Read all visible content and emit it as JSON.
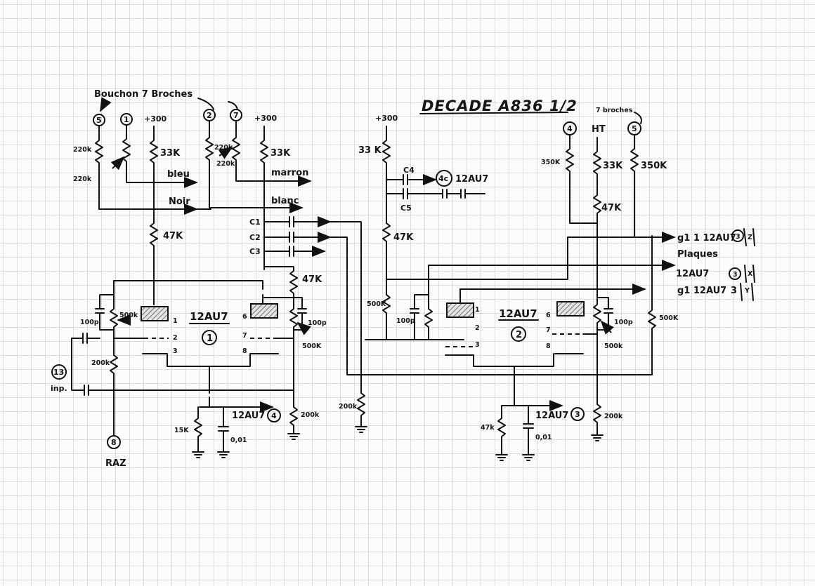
{
  "title": "DECADE A836 1/2",
  "plug_note": "Bouchon 7 Broches",
  "plug_note_right": "7 broches",
  "pins": {
    "p5": "5",
    "p1": "1",
    "p2": "2",
    "p7": "7",
    "p8": "8",
    "p13": "13",
    "r_p4": "4",
    "r_p5": "5"
  },
  "supplies": {
    "s1": "+300",
    "s2": "+300",
    "s3": "+300",
    "ht": "HT"
  },
  "wires": {
    "bleu": "bleu",
    "noir": "Noir",
    "marron": "marron",
    "blanc": "blanc"
  },
  "components": {
    "r_220k_a": "220k",
    "pot_220k_a": "220k",
    "r_33k_a": "33K",
    "r_220k_b": "220k",
    "pot_220k_b": "220k",
    "r_33k_b": "33K",
    "r_47k_a": "47K",
    "c_100p_a": "100p",
    "pot_500k_a": "500k",
    "r_47k_b": "47K",
    "c_100p_b": "100p",
    "pot_500k_b": "500K",
    "r_200k_a": "200k",
    "r_200k_b": "200k",
    "r_15k": "15K",
    "c_001_a": "0,01",
    "r_200k_c": "200k",
    "r_33k_c": "33 K",
    "r_47k_c": "47K",
    "pot_500k_c": "500K",
    "c_100p_c": "100p",
    "r_47k_d": "47k",
    "c_001_b": "0,01",
    "r_350k_a": "350K",
    "r_33k_d": "33K",
    "r_47k_e": "47K",
    "r_350k_b": "350K",
    "pot_500k_d": "500k",
    "c_100p_d": "100p",
    "r_500k_e": "500K",
    "r_200k_d": "200k"
  },
  "caps": {
    "c1": "C1",
    "c2": "C2",
    "c3": "C3",
    "c4": "C4",
    "c5": "C5"
  },
  "tubes": {
    "t1": {
      "type": "12AU7",
      "num": "1",
      "pins": [
        "1",
        "2",
        "3",
        "6",
        "7",
        "8"
      ]
    },
    "t2": {
      "type": "12AU7",
      "num": "2",
      "pins": [
        "1",
        "2",
        "3",
        "6",
        "7",
        "8"
      ]
    }
  },
  "refs": {
    "t4c_num": "4c",
    "t4c_type": "12AU7",
    "t4_type": "12AU7",
    "t4_num": "4",
    "t3_type": "12AU7",
    "t3_num": "3",
    "g1_z": "g1 1 12AU7",
    "g1_z_num": "3",
    "g1_z_axis": "Z",
    "plaques": "Plaques",
    "plaques_type": "12AU7",
    "plaques_num": "3",
    "plaques_axis": "X",
    "g1_y": "g1 12AU7",
    "g1_y_num": "3",
    "g1_y_axis": "Y"
  },
  "labels": {
    "raz": "RAZ",
    "inp": "inp."
  }
}
